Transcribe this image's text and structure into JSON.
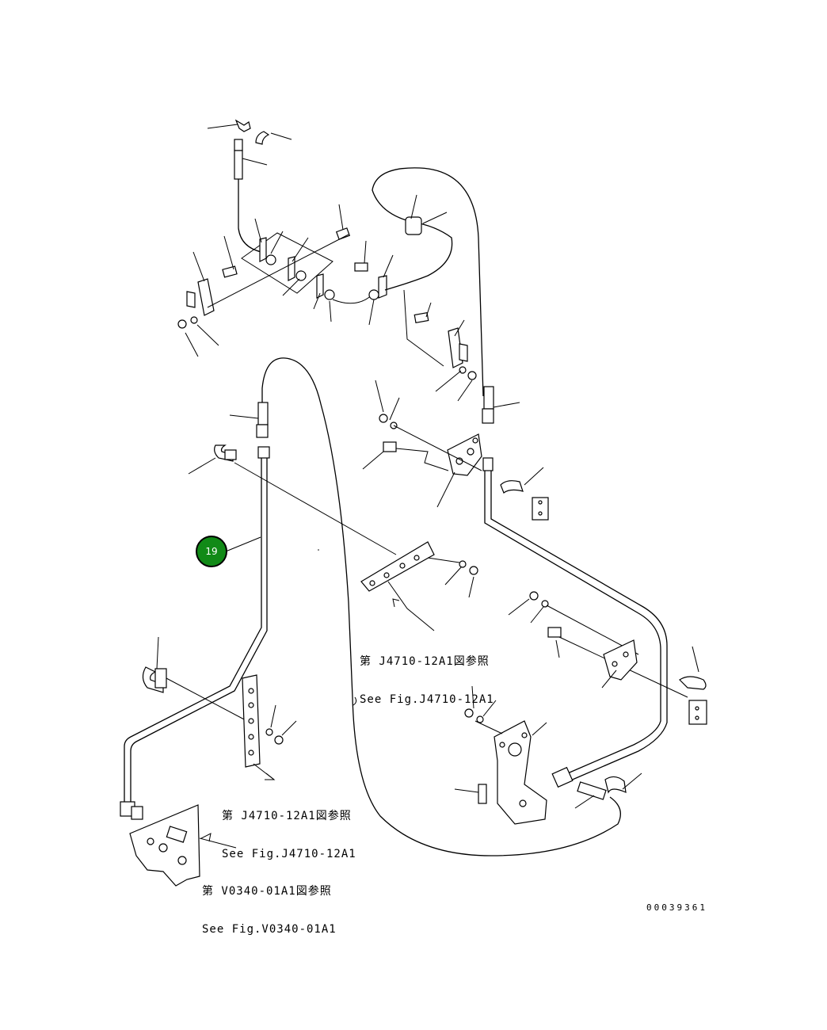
{
  "callouts": [
    {
      "label": "19"
    }
  ],
  "references": [
    {
      "jp": "第 J4710-12A1図参照",
      "en": "See Fig.J4710-12A1"
    },
    {
      "jp": "第 J4710-12A1図参照",
      "en": "See Fig.J4710-12A1"
    },
    {
      "jp": "第 V0340-01A1図参照",
      "en": "See Fig.V0340-01A1"
    }
  ],
  "drawing_number": "00039361"
}
